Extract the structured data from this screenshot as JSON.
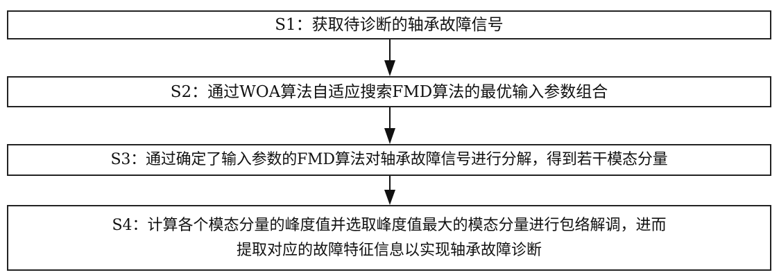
{
  "steps": [
    {
      "id": "S1",
      "text": "S1：获取待诊断的轴承故障信号"
    },
    {
      "id": "S2",
      "text": "S2：通过WOA算法自适应搜索FMD算法的最优输入参数组合"
    },
    {
      "id": "S3",
      "text": "S3：通过确定了输入参数的FMD算法对轴承故障信号进行分解，得到若干模态分量"
    },
    {
      "id": "S4",
      "lines": [
        "S4：计算各个模态分量的峰度值并选取峰度值最大的模态分量进行包络解调，进而",
        "提取对应的故障特征信息以实现轴承故障诊断"
      ]
    }
  ],
  "colors": {
    "border": "#222222",
    "arrow": "#111111",
    "background": "#ffffff"
  }
}
